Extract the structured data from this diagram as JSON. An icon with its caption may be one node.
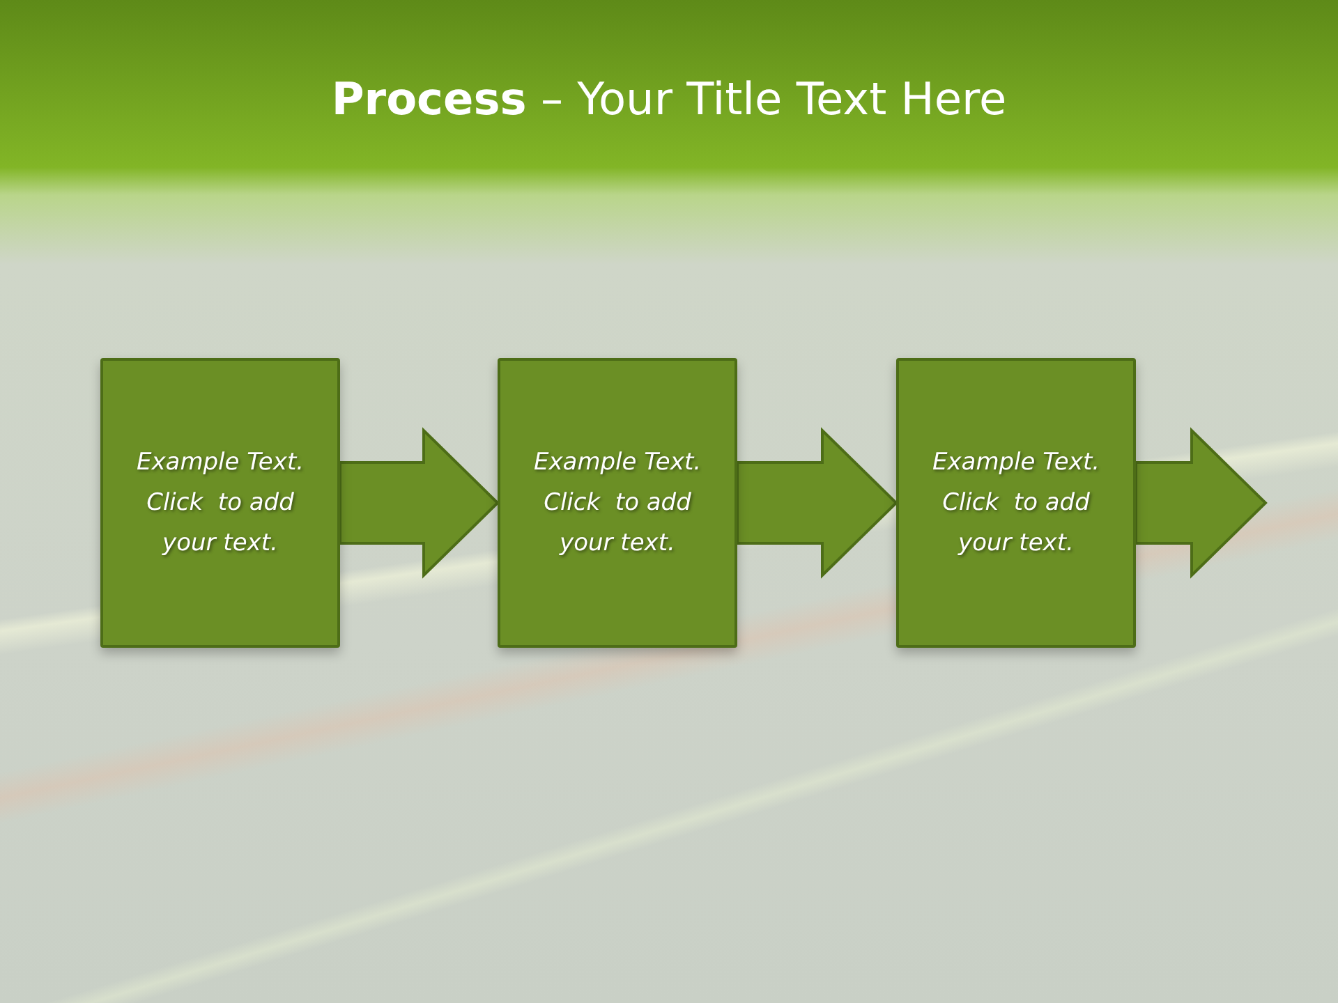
{
  "diagram": {
    "title": "**Process** – Your Title Text Here",
    "nodes": [
      {
        "text": [
          "Example Text. Click  to add your text."
        ]
      },
      {
        "text": [
          "Example Text. Click  to add your text."
        ]
      },
      {
        "text": [
          "Example Text. Click  to add your text."
        ]
      }
    ],
    "edges": [
      {
        "from": 0,
        "to": 1,
        "arrow": "to"
      },
      {
        "from": 1,
        "to": 2,
        "arrow": "to"
      },
      {
        "from": 2,
        "to": null,
        "arrow": "to"
      }
    ]
  }
}
